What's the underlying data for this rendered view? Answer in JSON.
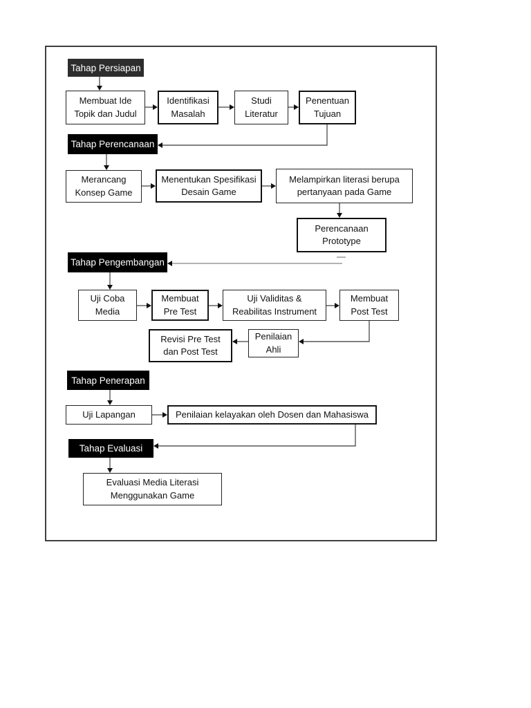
{
  "document": {
    "type": "flowchart",
    "language": "Indonesian",
    "background_color": "#ffffff",
    "frame_border_color": "#3f3f3f"
  },
  "colors": {
    "phase_box_black": "#000000",
    "phase_box_charcoal": "#2d2d2d",
    "phase_text": "#ffffff",
    "step_box_background": "#ffffff",
    "step_box_border": "#222222",
    "step_text": "#111111",
    "connector_line": "#565656",
    "connector_gray_line": "#b3b3b3",
    "arrowhead": "#101010"
  },
  "phases": {
    "persiapan": {
      "label": "Tahap Persiapan"
    },
    "perencanaan": {
      "label": "Tahap Perencanaan"
    },
    "pengembangan": {
      "label": "Tahap Pengembangan"
    },
    "penerapan": {
      "label": "Tahap Penerapan"
    },
    "evaluasi": {
      "label": "Tahap Evaluasi"
    }
  },
  "steps": {
    "membuat_ide": {
      "line1": "Membuat Ide",
      "line2": "Topik dan Judul"
    },
    "identifikasi_masalah": {
      "line1": "Identifikasi",
      "line2": "Masalah"
    },
    "studi_literatur": {
      "line1": "Studi",
      "line2": "Literatur"
    },
    "penentuan_tujuan": {
      "line1": "Penentuan",
      "line2": "Tujuan"
    },
    "merancang_konsep": {
      "line1": "Merancang",
      "line2": "Konsep Game"
    },
    "menentukan_spesifikasi": {
      "line1": "Menentukan Spesifikasi",
      "line2": "Desain Game"
    },
    "melampirkan_literasi": {
      "line1": "Melampirkan literasi berupa",
      "line2": "pertanyaan pada Game"
    },
    "perencanaan_prototype": {
      "line1": "Perencanaan",
      "line2": "Prototype"
    },
    "uji_coba_media": {
      "line1": "Uji Coba",
      "line2": "Media"
    },
    "membuat_pre_test": {
      "line1": "Membuat",
      "line2": "Pre Test"
    },
    "uji_validitas": {
      "line1": "Uji Validitas &",
      "line2": "Reabilitas Instrument"
    },
    "membuat_post_test": {
      "line1": "Membuat",
      "line2": "Post Test"
    },
    "revisi_pre_post": {
      "line1": "Revisi Pre Test",
      "line2": "dan Post Test"
    },
    "penilaian_ahli": {
      "line1": "Penilaian",
      "line2": "Ahli"
    },
    "uji_lapangan": {
      "line1": "Uji Lapangan"
    },
    "penilaian_kelayakan": {
      "line1": "Penilaian kelayakan oleh Dosen dan Mahasiswa"
    },
    "evaluasi_media": {
      "line1": "Evaluasi Media Literasi",
      "line2": "Menggunakan Game"
    }
  },
  "edges": [
    {
      "from": "tahap_persiapan",
      "to": "membuat_ide"
    },
    {
      "from": "membuat_ide",
      "to": "identifikasi_masalah"
    },
    {
      "from": "identifikasi_masalah",
      "to": "studi_literatur"
    },
    {
      "from": "studi_literatur",
      "to": "penentuan_tujuan"
    },
    {
      "from": "penentuan_tujuan",
      "to": "tahap_perencanaan"
    },
    {
      "from": "tahap_perencanaan",
      "to": "merancang_konsep"
    },
    {
      "from": "merancang_konsep",
      "to": "menentukan_spesifikasi"
    },
    {
      "from": "menentukan_spesifikasi",
      "to": "melampirkan_literasi"
    },
    {
      "from": "melampirkan_literasi",
      "to": "perencanaan_prototype"
    },
    {
      "from": "perencanaan_prototype",
      "to": "tahap_pengembangan"
    },
    {
      "from": "tahap_pengembangan",
      "to": "uji_coba_media"
    },
    {
      "from": "uji_coba_media",
      "to": "membuat_pre_test"
    },
    {
      "from": "membuat_pre_test",
      "to": "uji_validitas"
    },
    {
      "from": "uji_validitas",
      "to": "membuat_post_test"
    },
    {
      "from": "membuat_post_test",
      "to": "penilaian_ahli"
    },
    {
      "from": "penilaian_ahli",
      "to": "revisi_pre_post"
    },
    {
      "from": "tahap_penerapan",
      "to": "uji_lapangan"
    },
    {
      "from": "uji_lapangan",
      "to": "penilaian_kelayakan"
    },
    {
      "from": "penilaian_kelayakan",
      "to": "tahap_evaluasi"
    },
    {
      "from": "tahap_evaluasi",
      "to": "evaluasi_media"
    }
  ]
}
